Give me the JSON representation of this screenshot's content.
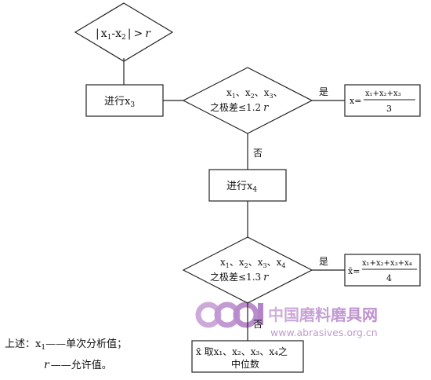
{
  "nodes": {
    "start": {
      "abs_l": "|",
      "x1": "x",
      "s1": "1",
      "minus": "-",
      "x2": "x",
      "s2": "2",
      "abs_r": "|",
      "gt": ">",
      "r": "r"
    },
    "proc_x3": {
      "prefix": "进行x",
      "sub": "3"
    },
    "dec1": {
      "l1": "x",
      "l1s1": "1",
      "l1sep1": "、x",
      "l1s2": "2",
      "l1sep2": "、x",
      "l1s3": "3",
      "l1end": "、",
      "l2": "之极差≤1.2",
      "r": "r"
    },
    "out1": {
      "lhs": "x=",
      "num": "x₁+x₂+x₃",
      "den": "3"
    },
    "proc_x4": {
      "prefix": "进行x",
      "sub": "4"
    },
    "dec2": {
      "l1": "x",
      "l1s1": "1",
      "l1sep1": "、x",
      "l1s2": "2",
      "l1sep2": "、x",
      "l1s3": "3",
      "l1sep3": "、x",
      "l1s4": "4",
      "l2": "之极差≤1.3",
      "r": "r"
    },
    "out2": {
      "lhs": "x̄=",
      "num": "x₁+x₂+x₃+x₄",
      "den": "4"
    },
    "out3": {
      "l1": "x̄ 取x₁、x₂、x₃、x₄之",
      "l2": "中位数"
    }
  },
  "edges": {
    "yes1": "是",
    "no1": "否",
    "yes2": "是",
    "no2": "否"
  },
  "legend": {
    "prefix": "上述：x",
    "sub": "1",
    "dash1": "——单次分析值；",
    "r": "r",
    "dash2": "——允许值。"
  },
  "watermark": {
    "logo": "cool",
    "cn": "中国磨料磨具网",
    "url": "www.abrasives.org.cn"
  }
}
